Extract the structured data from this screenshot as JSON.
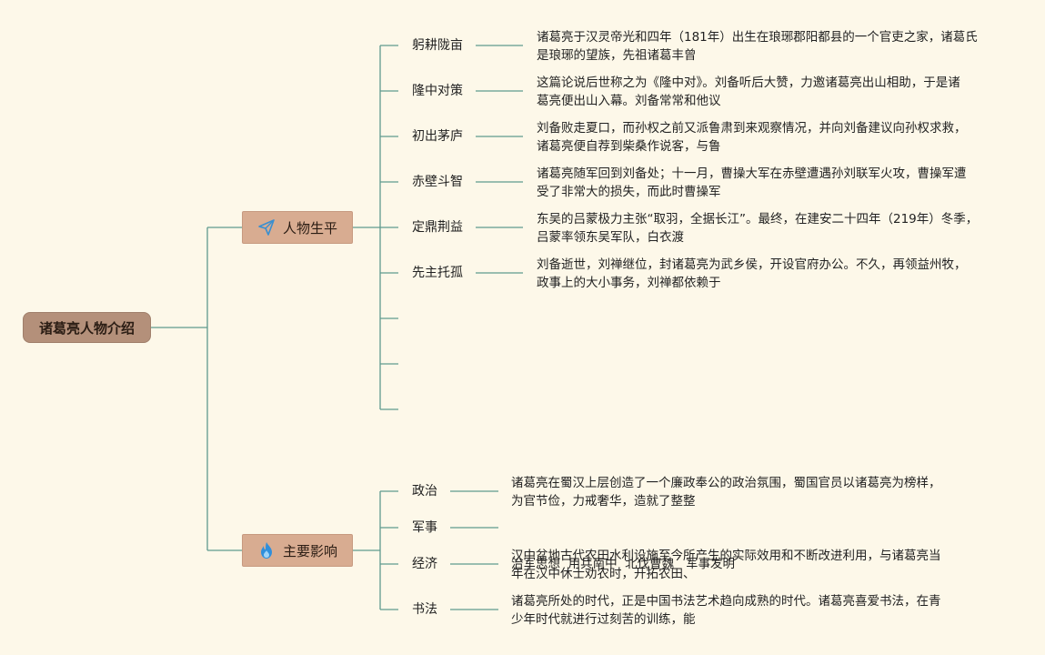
{
  "root": {
    "label": "诸葛亮人物介绍"
  },
  "branches": [
    {
      "label": "人物生平",
      "icon": "paper-plane-icon",
      "items": [
        {
          "topic": "躬耕陇亩",
          "lines": [
            "诸葛亮于汉灵帝光和四年（181年）出生在琅琊郡阳都县的一个官吏之家，诸葛氏",
            "是琅琊的望族，先祖诸葛丰曾"
          ]
        },
        {
          "topic": "隆中对策",
          "lines": [
            "这篇论说后世称之为《隆中对》。刘备听后大赞，力邀诸葛亮出山相助，于是诸",
            "葛亮便出山入幕。刘备常常和他议"
          ]
        },
        {
          "topic": "初出茅庐",
          "lines": [
            "刘备败走夏口，而孙权之前又派鲁肃到来观察情况，并向刘备建议向孙权求救，",
            "诸葛亮便自荐到柴桑作说客，与鲁"
          ]
        },
        {
          "topic": "赤壁斗智",
          "lines": [
            "诸葛亮随军回到刘备处；十一月，曹操大军在赤壁遭遇孙刘联军火攻，曹操军遭",
            "受了非常大的损失，而此时曹操军"
          ]
        },
        {
          "topic": "定鼎荆益",
          "lines": [
            "东吴的吕蒙极力主张“取羽，全据长江”。最终，在建安二十四年（219年）冬季，",
            "吕蒙率领东吴军队，白衣渡"
          ]
        },
        {
          "topic": "先主托孤",
          "lines": [
            "刘备逝世，刘禅继位，封诸葛亮为武乡侯，开设官府办公。不久，再领益州牧，",
            "政事上的大小事务，刘禅都依赖于"
          ]
        }
      ]
    },
    {
      "label": "主要影响",
      "icon": "flame-icon",
      "items": [
        {
          "topic": "政治",
          "lines": [
            "诸葛亮在蜀汉上层创造了一个廉政奉公的政治氛围，蜀国官员以诸葛亮为榜样，",
            "为官节俭，力戒奢华，造就了整整"
          ]
        },
        {
          "topic": "军事",
          "lines": [
            "治军思想  用兵南中  北伐曹魏   军事发明"
          ]
        },
        {
          "topic": "经济",
          "lines": [
            "汉中盆地古代农田水利设施至今所产生的实际效用和不断改进利用，与诸葛亮当",
            "年在汉中休士劝农时，开拓农田、"
          ]
        },
        {
          "topic": "书法",
          "lines": [
            "诸葛亮所处的时代，正是中国书法艺术趋向成熟的时代。诸葛亮喜爱书法，在青",
            "少年时代就进行过刻苦的训练，能"
          ]
        }
      ]
    }
  ],
  "colors": {
    "line": "#5f9a8e",
    "root_bg": "#b4907a",
    "branch_bg": "#d8ac91",
    "background": "#fdf8e9"
  }
}
